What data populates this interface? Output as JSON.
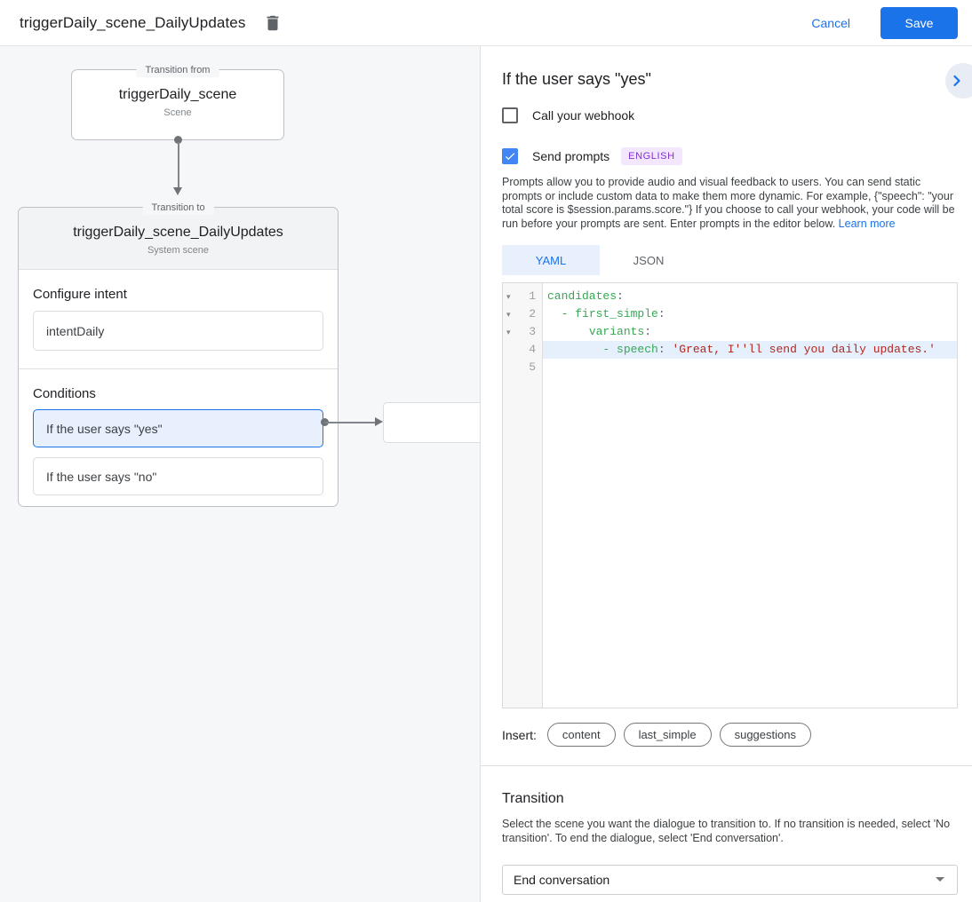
{
  "header": {
    "title": "triggerDaily_scene_DailyUpdates",
    "cancel_label": "Cancel",
    "save_label": "Save"
  },
  "diagram": {
    "from_box": {
      "legend": "Transition from",
      "title": "triggerDaily_scene",
      "subtitle": "Scene"
    },
    "to_box": {
      "legend": "Transition to",
      "title": "triggerDaily_scene_DailyUpdates",
      "subtitle": "System scene",
      "configure_intent_label": "Configure intent",
      "intent_value": "intentDaily",
      "conditions_label": "Conditions",
      "conditions": [
        {
          "label": "If the user says \"yes\"",
          "selected": true
        },
        {
          "label": "If the user says \"no\"",
          "selected": false
        }
      ]
    }
  },
  "panel": {
    "title": "If the user says \"yes\"",
    "webhook_label": "Call your webhook",
    "webhook_checked": false,
    "prompts_label": "Send prompts",
    "prompts_checked": true,
    "language_badge": "ENGLISH",
    "description": "Prompts allow you to provide audio and visual feedback to users. You can send static prompts or include custom data to make them more dynamic. For example, {\"speech\": \"your total score is $session.params.score.\"} If you choose to call your webhook, your code will be run before your prompts are sent. Enter prompts in the editor below. ",
    "learn_more_label": "Learn more",
    "tabs": [
      {
        "label": "YAML",
        "active": true
      },
      {
        "label": "JSON",
        "active": false
      }
    ],
    "editor": {
      "lines": [
        {
          "number": "1",
          "fold": true,
          "active": false,
          "segments": [
            [
              "k",
              "candidates"
            ],
            [
              "p",
              ":"
            ]
          ]
        },
        {
          "number": "2",
          "fold": true,
          "active": false,
          "segments": [
            [
              "p",
              "  "
            ],
            [
              "k",
              "- first_simple"
            ],
            [
              "p",
              ":"
            ]
          ]
        },
        {
          "number": "3",
          "fold": true,
          "active": false,
          "segments": [
            [
              "p",
              "      "
            ],
            [
              "k",
              "variants"
            ],
            [
              "p",
              ":"
            ]
          ]
        },
        {
          "number": "4",
          "fold": false,
          "active": true,
          "segments": [
            [
              "p",
              "        "
            ],
            [
              "k",
              "- speech"
            ],
            [
              "p",
              ": "
            ],
            [
              "s",
              "'Great, I''ll send you daily updates.'"
            ]
          ]
        },
        {
          "number": "5",
          "fold": false,
          "active": false,
          "segments": []
        }
      ]
    },
    "insert_label": "Insert:",
    "insert_chips": [
      "content",
      "last_simple",
      "suggestions"
    ],
    "transition": {
      "title": "Transition",
      "description": "Select the scene you want the dialogue to transition to. If no transition is needed, select 'No transition'. To end the dialogue, select 'End conversation'.",
      "selected_value": "End conversation"
    }
  },
  "colors": {
    "accent_blue": "#1a73e8",
    "checkbox_blue": "#4285f4",
    "selected_condition_bg": "#e8f0fe",
    "badge_bg": "#f2e7fd",
    "badge_text": "#8430ce",
    "code_key": "#34a853",
    "code_string": "#b3261e",
    "active_line_bg": "#e5f0fc"
  }
}
